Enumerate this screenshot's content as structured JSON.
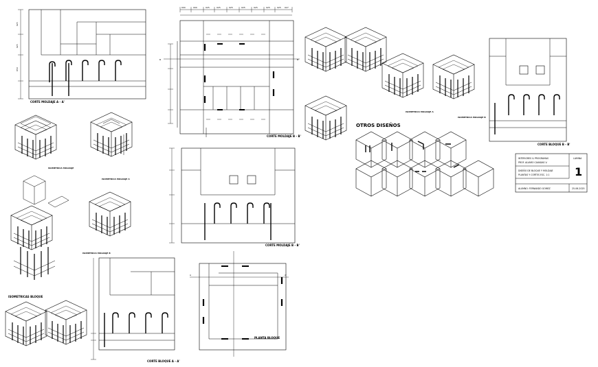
{
  "captions": {
    "corte_aa_top": "CORTE MOLDAJE A - A'",
    "corte_bb_top": "CORTE MOLDAJE B - B'",
    "corte_bb_mid": "CORTE MOLDAJE B - B'",
    "corte_aa_bottom": "CORTE BLOQUE A - A'",
    "corte_bloque_b": "CORTE BLOQUE B - B'",
    "planta_bloque": "PLANTA BLOQUE",
    "isometricas_bloque": "ISOMETRICAS BLOQUE",
    "otros_disenos": "OTROS DISEÑOS",
    "iso_small_1": "ISOMETRICA MOLDAJE",
    "iso_small_2": "ISOMETRICA MOLDAJE A",
    "iso_small_3": "ISOMETRICA MOLDAJE B",
    "iso_small_4": "ISOMETRICA MOLDAJE A",
    "iso_small_5": "ISOMETRICA MOLDAJE B"
  },
  "section_marks": {
    "a": "A",
    "a_prime": "A'",
    "b": "B",
    "b_prime": "B'"
  },
  "dims_top": [
    "000",
    "000",
    "025",
    "025",
    "025",
    "025",
    "025",
    "025",
    "025",
    "027"
  ],
  "title_block": {
    "line1": "INTERIORES & PROGRAMAS",
    "line2": "PROF. ALVARO CAVADAS V.",
    "line3": "DISEÑO DE BLOQUE Y MOLDAJE",
    "line4": "PLANTAS Y CORTES ESC. 1:1",
    "line5": "ALUMNO: FERNANDO GOMEZ",
    "date": "25-06-2025",
    "lamina_label": "LAMINA",
    "lamina_number": "1"
  }
}
